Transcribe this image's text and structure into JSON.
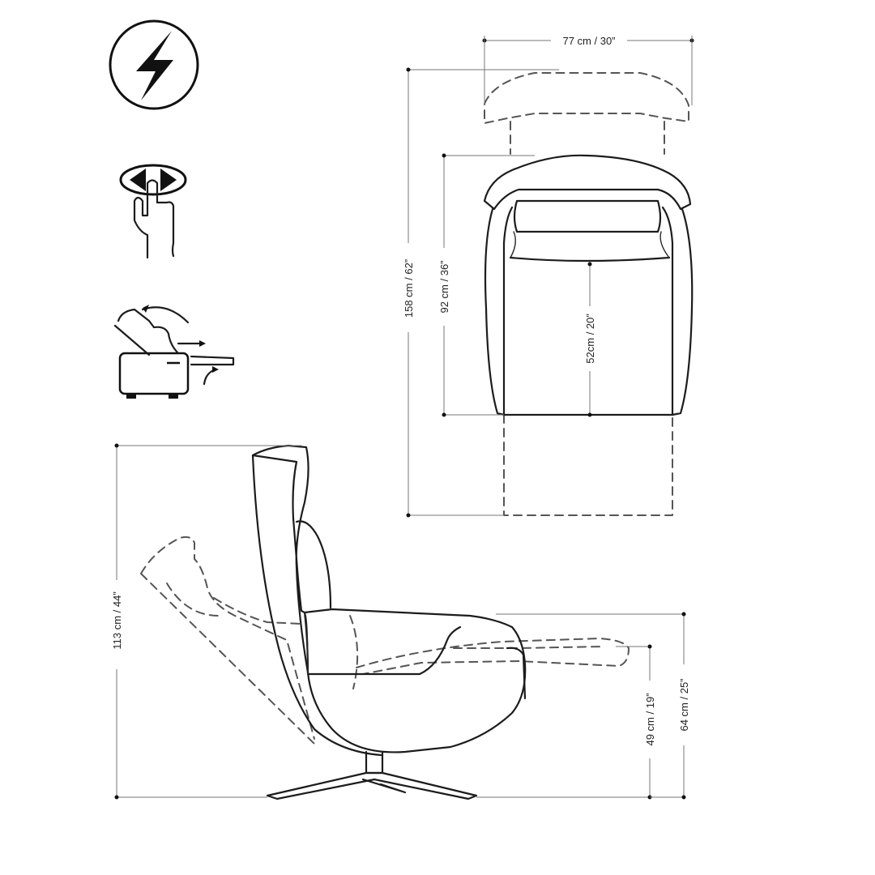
{
  "icons": [
    {
      "name": "power-bolt-icon"
    },
    {
      "name": "touch-button-icon"
    },
    {
      "name": "recline-motion-icon"
    }
  ],
  "dimensions": {
    "top_width": "77 cm / 30”",
    "top_total_depth": "158 cm / 62”",
    "top_depth": "92 cm / 36”",
    "seat_depth": "52cm / 20”",
    "side_height": "113 cm / 44”",
    "seat_height": "49 cm / 19”",
    "arm_height": "64 cm / 25”"
  }
}
